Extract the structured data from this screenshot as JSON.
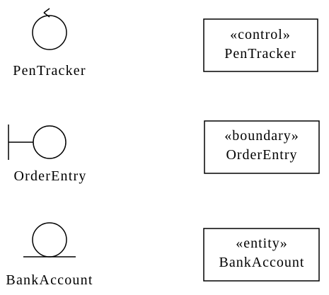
{
  "diagram": {
    "control": {
      "icon_label": "PenTracker",
      "stereotype": "«control»",
      "class_name": "PenTracker"
    },
    "boundary": {
      "icon_label": "OrderEntry",
      "stereotype": "«boundary»",
      "class_name": "OrderEntry"
    },
    "entity": {
      "icon_label": "BankAccount",
      "stereotype": "«entity»",
      "class_name": "BankAccount"
    }
  }
}
